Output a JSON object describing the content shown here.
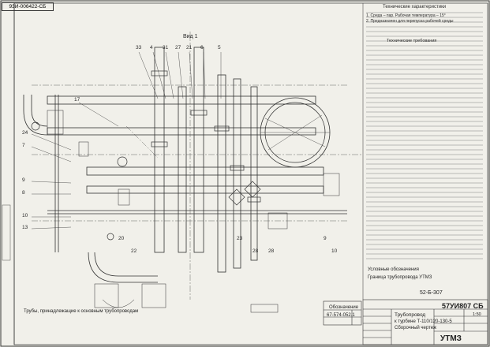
{
  "sheet": {
    "stamp_code": "93И-006422-СБ",
    "figure_label": "Вид 1",
    "spec_heading": "Технические характеристики",
    "spec_item_1": "1. Среда – пар. Рабочая температура – 15°",
    "spec_item_2": "2. Предназначен для перепуска рабочей среды",
    "notes_heading": "Технические требования",
    "conditions_title": "Условные обозначения",
    "conditions_line": "Граница трубопровода УТМЗ",
    "bottom_left_note": "Трубы, принадлежащие к основным трубопроводам",
    "ref_code": "52-Б-307",
    "table_header": "Обозначение",
    "table_row_code": "67-574-052.1",
    "drawing_code": "57УИ807 СБ",
    "title_line_1": "Трубопровод",
    "title_line_2": "к турбине Т-110/120-130-5",
    "title_line_3": "Сборочный чертеж",
    "scale_label": "1:50",
    "organization": "УТМЗ"
  },
  "colors": {
    "paper": "#f1f0ea",
    "ink": "#2a2a2a"
  },
  "callouts": [
    "33",
    "4",
    "31",
    "27",
    "21",
    "6",
    "5",
    "17",
    "24",
    "7",
    "9",
    "8",
    "10",
    "13",
    "20",
    "22",
    "23",
    "28",
    "28",
    "9",
    "10"
  ]
}
